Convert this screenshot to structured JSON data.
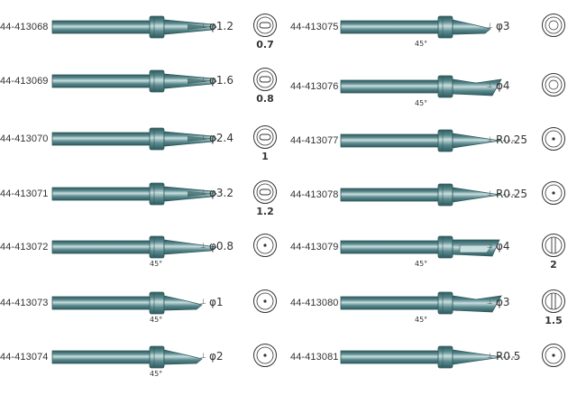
{
  "left": [
    {
      "code": "44-413068",
      "spec": "φ1.2",
      "dim": "0.7",
      "tip": "chisel",
      "face": "slot-h",
      "angle": ""
    },
    {
      "code": "44-413069",
      "spec": "φ1.6",
      "dim": "0.8",
      "tip": "chisel",
      "face": "slot-h",
      "angle": ""
    },
    {
      "code": "44-413070",
      "spec": "φ2.4",
      "dim": "1",
      "tip": "chisel",
      "face": "slot-h",
      "angle": ""
    },
    {
      "code": "44-413071",
      "spec": "φ3.2",
      "dim": "1.2",
      "tip": "chisel",
      "face": "slot-h",
      "angle": ""
    },
    {
      "code": "44-413072",
      "spec": "φ0.8",
      "dim": "",
      "tip": "bevel-long",
      "face": "dot",
      "angle": "45°"
    },
    {
      "code": "44-413073",
      "spec": "φ1",
      "dim": "",
      "tip": "bevel-short",
      "face": "dot",
      "angle": "45°"
    },
    {
      "code": "44-413074",
      "spec": "φ2",
      "dim": "",
      "tip": "bevel-short",
      "face": "dot",
      "angle": "45°"
    }
  ],
  "right": [
    {
      "code": "44-413075",
      "spec": "φ3",
      "dim": "",
      "tip": "bevel-short",
      "face": "ring",
      "angle": "45°"
    },
    {
      "code": "44-413076",
      "spec": "φ4",
      "dim": "",
      "tip": "bevel-wide",
      "face": "ring",
      "angle": "45°"
    },
    {
      "code": "44-413077",
      "spec": "R0.25",
      "dim": "",
      "tip": "conical",
      "face": "ring-dot",
      "angle": ""
    },
    {
      "code": "44-413078",
      "spec": "R0.25",
      "dim": "",
      "tip": "conical",
      "face": "ring-dot",
      "angle": ""
    },
    {
      "code": "44-413079",
      "spec": "φ4",
      "dim": "2",
      "tip": "knife",
      "face": "slot-v",
      "angle": "45°"
    },
    {
      "code": "44-413080",
      "spec": "φ3",
      "dim": "1.5",
      "tip": "bevel-wide",
      "face": "slot-v",
      "angle": "45°"
    },
    {
      "code": "44-413081",
      "spec": "R0.5",
      "dim": "",
      "tip": "conical-short",
      "face": "ring-dot",
      "angle": ""
    }
  ],
  "colors": {
    "steel": "#5a8a8e",
    "steelLight": "#c9dede",
    "steelDark": "#2f5a5e",
    "ink": "#333333"
  }
}
